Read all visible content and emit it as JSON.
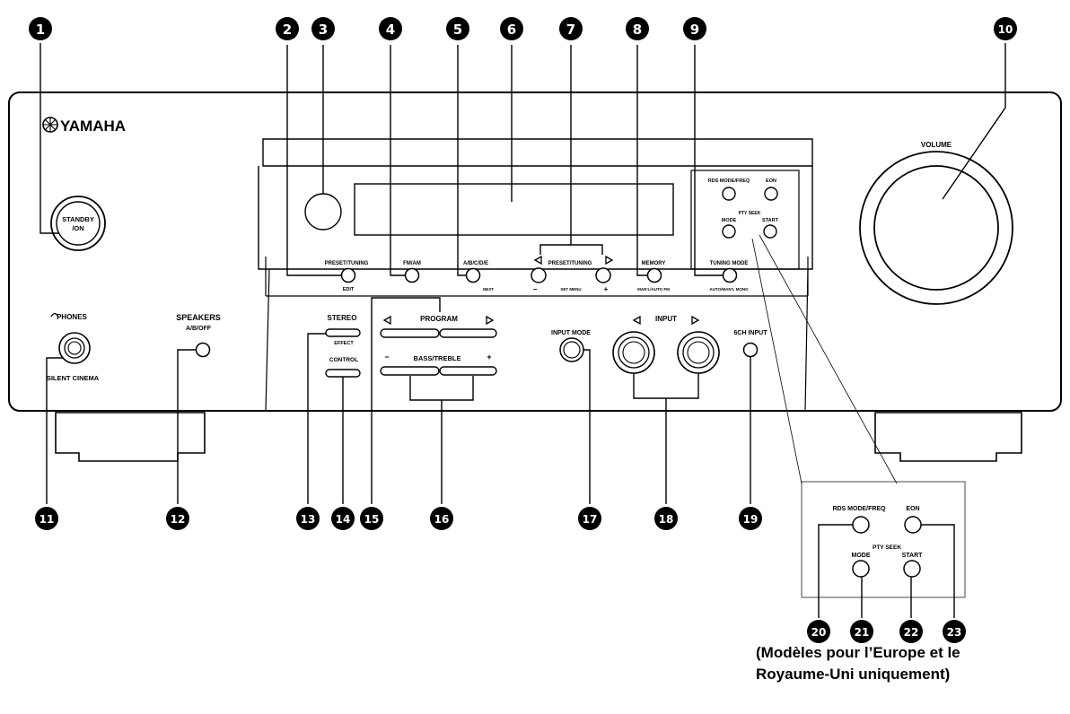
{
  "brand": {
    "logo_text": "YAMAHA"
  },
  "labels": {
    "standby": [
      "STANDBY",
      "/ON"
    ],
    "phones": "PHONES",
    "silent_cinema": "SILENT CINEMA",
    "speakers": "SPEAKERS",
    "speakers_sub": "A/B/OFF",
    "preset_tuning": "PRESET/TUNING",
    "edit": "EDIT",
    "fm_am": "FM/AM",
    "abcde": "A/B/C/D/E",
    "next": "NEXT",
    "preset_tuning_arrows": "PRESET/TUNING",
    "set_menu": "SET MENU",
    "minus": "−",
    "plus": "+",
    "memory": "MEMORY",
    "memory_sub": "MAN'L/AUTO FM",
    "tuning_mode": "TUNING MODE",
    "tuning_mode_sub": "AUTO/MAN'L MONO",
    "rds_mode_freq": "RDS MODE/FREQ",
    "eon": "EON",
    "pty_seek": "PTY SEEK",
    "mode": "MODE",
    "start": "START",
    "volume": "VOLUME",
    "stereo": "STEREO",
    "effect": "EFFECT",
    "control": "CONTROL",
    "program": "PROGRAM",
    "bass_treble": "BASS/TREBLE",
    "input_mode": "INPUT MODE",
    "input": "INPUT",
    "six_ch_input": "6CH INPUT"
  },
  "callouts": [
    "1",
    "2",
    "3",
    "4",
    "5",
    "6",
    "7",
    "8",
    "9",
    "10",
    "11",
    "12",
    "13",
    "14",
    "15",
    "16",
    "17",
    "18",
    "19",
    "20",
    "21",
    "22",
    "23"
  ],
  "inset": {
    "rds_mode_freq": "RDS MODE/FREQ",
    "eon": "EON",
    "pty_seek": "PTY SEEK",
    "mode": "MODE",
    "start": "START"
  },
  "caption": [
    "(Modèles pour l’Europe et le",
    "Royaume-Uni uniquement)"
  ]
}
